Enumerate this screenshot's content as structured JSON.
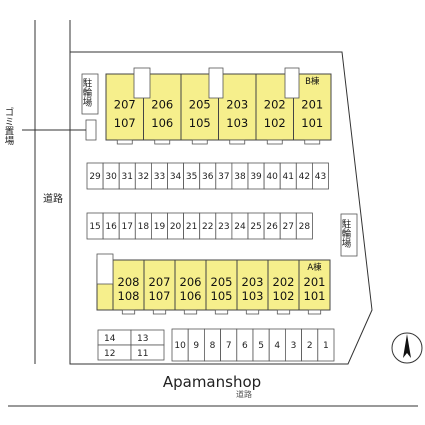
{
  "labels": {
    "road_left": "道路",
    "road_bottom": "道路",
    "garbage": "ゴミ置場",
    "bicycle_parking_top": "駐輪場",
    "bicycle_parking_right": "駐輪場",
    "watermark": "Apamanshop"
  },
  "buildings": [
    {
      "id": "B",
      "label": "B棟",
      "columns": [
        {
          "upper": "207",
          "lower": "107"
        },
        {
          "upper": "206",
          "lower": "106"
        },
        {
          "upper": "205",
          "lower": "105"
        },
        {
          "upper": "203",
          "lower": "103"
        },
        {
          "upper": "202",
          "lower": "102"
        },
        {
          "upper": "201",
          "lower": "101"
        }
      ]
    },
    {
      "id": "A",
      "label": "A棟",
      "columns": [
        {
          "upper": "208",
          "lower": "108"
        },
        {
          "upper": "207",
          "lower": "107"
        },
        {
          "upper": "206",
          "lower": "106"
        },
        {
          "upper": "205",
          "lower": "105"
        },
        {
          "upper": "203",
          "lower": "103"
        },
        {
          "upper": "202",
          "lower": "102"
        },
        {
          "upper": "201",
          "lower": "101"
        }
      ]
    }
  ],
  "parking": {
    "row_upper": [
      "29",
      "30",
      "31",
      "32",
      "33",
      "34",
      "35",
      "36",
      "37",
      "38",
      "39",
      "40",
      "41",
      "42",
      "43"
    ],
    "row_middle": [
      "15",
      "16",
      "17",
      "18",
      "19",
      "20",
      "21",
      "22",
      "23",
      "24",
      "25",
      "26",
      "27",
      "28"
    ],
    "row_bottom": [
      "10",
      "9",
      "8",
      "7",
      "6",
      "5",
      "4",
      "3",
      "2",
      "1"
    ],
    "grid_small": [
      "14",
      "13",
      "12",
      "11"
    ]
  },
  "north_arrow": "north-arrow"
}
